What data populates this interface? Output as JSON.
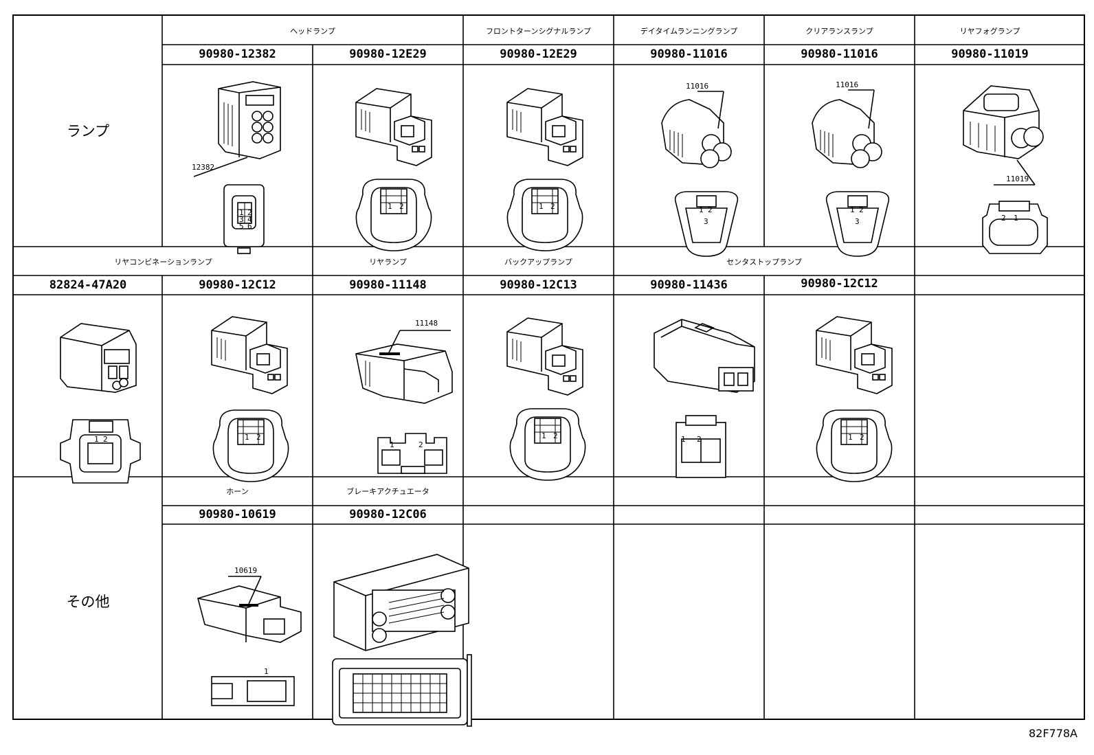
{
  "figure_code": "82F778A",
  "rows": [
    {
      "label": "ランプ",
      "groups": [
        {
          "category": "ヘッドランプ",
          "parts": [
            "90980-12382",
            "90980-12E29"
          ]
        },
        {
          "category": "フロントターンシグナルランプ",
          "parts": [
            "90980-12E29"
          ]
        },
        {
          "category": "デイタイムランニングランプ",
          "parts": [
            "90980-11016"
          ]
        },
        {
          "category": "クリアランスランプ",
          "parts": [
            "90980-11016"
          ]
        },
        {
          "category": "リヤフォグランプ",
          "parts": [
            "90980-11019"
          ]
        }
      ],
      "callouts": [
        "12382",
        "11016",
        "11016",
        "11019"
      ]
    },
    {
      "label": "",
      "groups": [
        {
          "category": "リヤコンビネーションランプ",
          "parts": [
            "82824-47A20",
            "90980-12C12"
          ]
        },
        {
          "category": "リヤランプ",
          "parts": [
            "90980-11148"
          ]
        },
        {
          "category": "バックアップランプ",
          "parts": [
            "90980-12C13"
          ]
        },
        {
          "category": "センタストップランプ",
          "parts": [
            "90980-11436",
            "90980-12C12"
          ]
        },
        {
          "category": "",
          "parts": [
            ""
          ]
        }
      ],
      "callouts": [
        "11148"
      ]
    },
    {
      "label": "その他",
      "groups": [
        {
          "category": "ホーン",
          "parts": [
            "90980-10619"
          ]
        },
        {
          "category": "ブレーキアクチュエータ",
          "parts": [
            "90980-12C06"
          ]
        }
      ],
      "callouts": [
        "10619"
      ]
    }
  ],
  "pin_labels": {
    "six": [
      "1",
      "2",
      "3",
      "4",
      "5",
      "6"
    ],
    "two": [
      "1",
      "2"
    ],
    "three": [
      "1",
      "2",
      "3"
    ],
    "two_reversed": [
      "2",
      "1"
    ],
    "one": [
      "1"
    ]
  }
}
